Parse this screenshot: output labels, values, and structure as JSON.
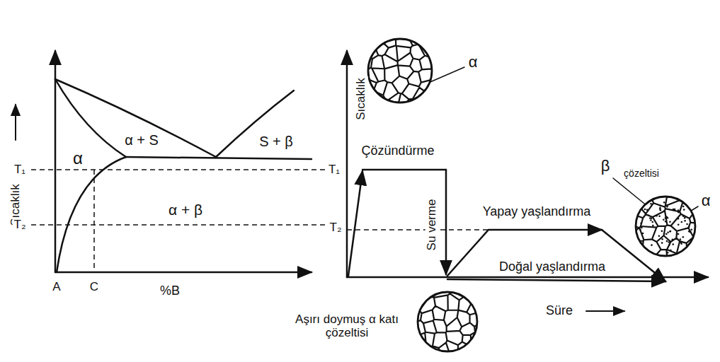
{
  "diagram": {
    "labels": [
      "Sıcaklık",
      "T₁",
      "T₂",
      "α",
      "α + S",
      "S + β",
      "α + β",
      "A",
      "C",
      "%B",
      "Sıcaklık",
      "T₁",
      "T₂",
      "Çözündürme",
      "Su verme",
      "Yapay yaşlandırma",
      "Doğal yaşlandırma",
      "Süre",
      "α",
      "β",
      "çözeltisi",
      "α",
      "Aşırı doymuş α katı çözeltisi"
    ]
  }
}
